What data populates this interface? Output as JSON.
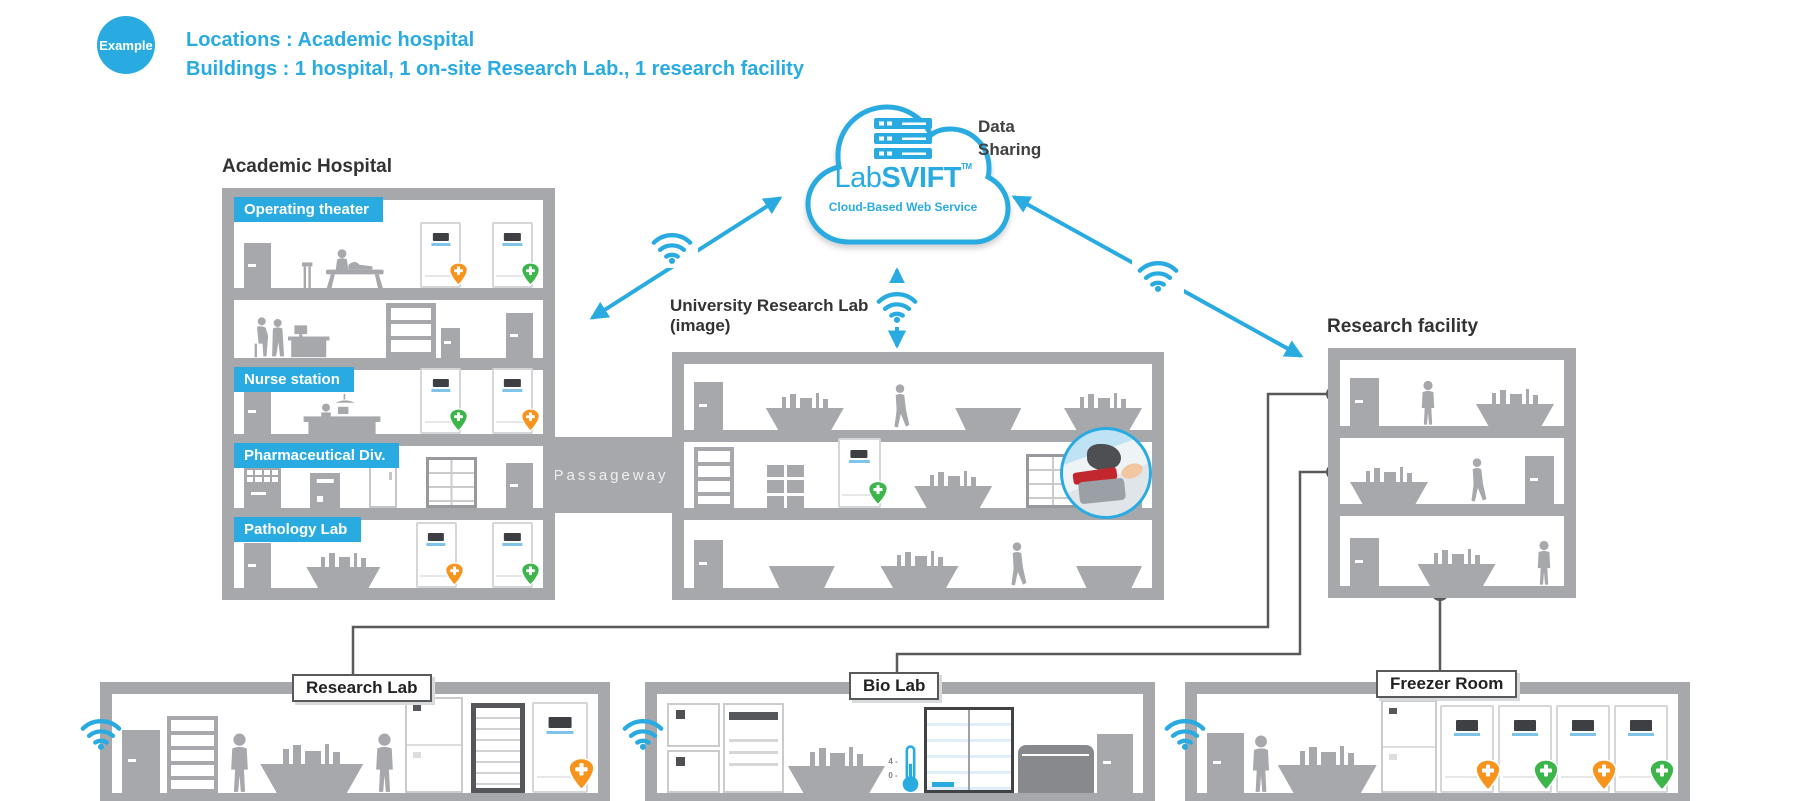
{
  "colors": {
    "accent": "#29abe2",
    "building_gray": "#a6a8ab",
    "connector_dark": "#58595b",
    "badge_orange": "#f7941d",
    "badge_green": "#3cb54a"
  },
  "header": {
    "badge_label": "Example",
    "locations_line": "Locations : Academic hospital",
    "buildings_line": "Buildings : 1 hospital, 1 on-site Research Lab., 1 research facility"
  },
  "cloud": {
    "brand_prefix": "Lab",
    "brand_suffix": "SVIFT",
    "trademark": "TM",
    "subtitle": "Cloud-Based Web Service",
    "annotation_line1": "Data",
    "annotation_line2": "Sharing"
  },
  "hospital": {
    "title": "Academic Hospital",
    "floors": [
      {
        "label": "Operating theater",
        "items": [
          {
            "icon": "door"
          },
          {
            "icon": "operating-table"
          },
          {
            "icon": "freezer",
            "badge": "orange"
          },
          {
            "icon": "freezer",
            "badge": "green"
          }
        ]
      },
      {
        "label": "",
        "items": [
          {
            "icon": "desk-people"
          },
          {
            "icon": "shelf-unit"
          },
          {
            "icon": "door"
          }
        ]
      },
      {
        "label": "Nurse station",
        "items": [
          {
            "icon": "door"
          },
          {
            "icon": "reception-desk"
          },
          {
            "icon": "freezer",
            "badge": "green"
          },
          {
            "icon": "freezer",
            "badge": "orange"
          }
        ]
      },
      {
        "label": "Pharmaceutical Div.",
        "items": [
          {
            "icon": "pharmacy-cabinet"
          },
          {
            "icon": "dispenser"
          },
          {
            "icon": "small-fridge"
          },
          {
            "icon": "glass-cabinet"
          },
          {
            "icon": "door"
          }
        ]
      },
      {
        "label": "Pathology Lab",
        "items": [
          {
            "icon": "door"
          },
          {
            "icon": "lab-bench"
          },
          {
            "icon": "freezer",
            "badge": "orange"
          },
          {
            "icon": "freezer",
            "badge": "green"
          }
        ]
      }
    ]
  },
  "passageway": {
    "label": "Passageway"
  },
  "university": {
    "title": "University Research Lab",
    "subtitle": "(image)",
    "floors": [
      {
        "label": "",
        "items": [
          {
            "icon": "door"
          },
          {
            "icon": "lab-bench"
          },
          {
            "icon": "walking-person"
          },
          {
            "icon": "bench"
          },
          {
            "icon": "lab-bench"
          }
        ]
      },
      {
        "label": "",
        "items": [
          {
            "icon": "ladder-shelf"
          },
          {
            "icon": "crate-stack"
          },
          {
            "icon": "freezer",
            "badge": "green"
          },
          {
            "icon": "lab-bench"
          },
          {
            "icon": "glass-cabinet"
          },
          {
            "icon": "cabinet"
          }
        ]
      },
      {
        "label": "",
        "items": [
          {
            "icon": "door"
          },
          {
            "icon": "bench"
          },
          {
            "icon": "lab-bench"
          },
          {
            "icon": "walking-person"
          },
          {
            "icon": "bench"
          }
        ]
      }
    ]
  },
  "facility": {
    "title": "Research facility",
    "floors": [
      {
        "label": "",
        "items": [
          {
            "icon": "door"
          },
          {
            "icon": "person"
          },
          {
            "icon": "lab-bench"
          }
        ]
      },
      {
        "label": "",
        "items": [
          {
            "icon": "lab-bench"
          },
          {
            "icon": "walking-person"
          },
          {
            "icon": "door"
          }
        ]
      },
      {
        "label": "",
        "items": [
          {
            "icon": "door"
          },
          {
            "icon": "lab-bench"
          },
          {
            "icon": "person"
          }
        ]
      }
    ]
  },
  "bottom_buildings": [
    {
      "id": "research-lab",
      "title": "Research Lab",
      "items": [
        {
          "icon": "door"
        },
        {
          "icon": "ladder-shelf"
        },
        {
          "icon": "person"
        },
        {
          "icon": "lab-bench"
        },
        {
          "icon": "person"
        },
        {
          "icon": "double-freezer"
        },
        {
          "icon": "dark-fridge"
        },
        {
          "icon": "freezer",
          "badge": "orange"
        }
      ]
    },
    {
      "id": "bio-lab",
      "title": "Bio Lab",
      "thermo_marks": [
        "4",
        "0"
      ],
      "items": [
        {
          "icon": "incubator-stack"
        },
        {
          "icon": "biosafety-cabinet"
        },
        {
          "icon": "lab-bench"
        },
        {
          "icon": "thermometer"
        },
        {
          "icon": "glass-fridge"
        },
        {
          "icon": "chest-freezer"
        },
        {
          "icon": "door"
        }
      ]
    },
    {
      "id": "freezer-room",
      "title": "Freezer Room",
      "items": [
        {
          "icon": "door"
        },
        {
          "icon": "person"
        },
        {
          "icon": "lab-bench"
        },
        {
          "icon": "double-freezer"
        },
        {
          "icon": "freezer",
          "badge": "orange"
        },
        {
          "icon": "freezer",
          "badge": "green"
        },
        {
          "icon": "freezer",
          "badge": "orange"
        },
        {
          "icon": "freezer",
          "badge": "green"
        }
      ]
    }
  ]
}
